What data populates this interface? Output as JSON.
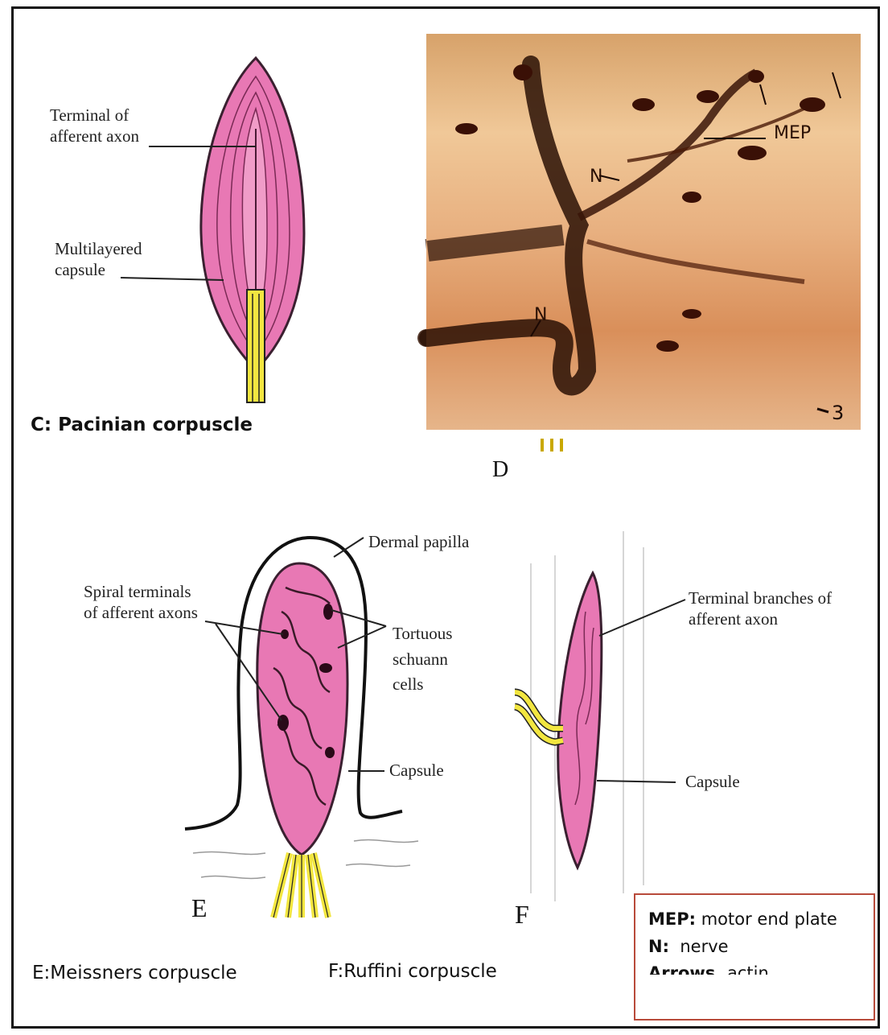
{
  "panel_c": {
    "label_terminal": "Terminal of\nafferent axon",
    "label_capsule": "Multilayered\ncapsule",
    "caption_letter": "C",
    "caption_text": ": Pacinian corpuscle"
  },
  "panel_d": {
    "label_mep": "MEP",
    "label_n1": "N",
    "label_n2": "N",
    "label_num": "3",
    "letter": "D"
  },
  "panel_e": {
    "label_dermal": "Dermal papilla",
    "label_spiral": "Spiral terminals\nof afferent axons",
    "label_tortuous": "Tortuous\nschuann\ncells",
    "label_capsule": "Capsule",
    "letter": "E",
    "caption": "E:Meissners corpuscle"
  },
  "panel_f": {
    "label_terminal": "Terminal branches of\nafferent axon",
    "label_capsule": "Capsule",
    "letter": "F",
    "caption": "F:Ruffini corpuscle"
  },
  "legend": {
    "mep_key": "MEP:",
    "mep_val": " motor end plate",
    "n_key": "N:",
    "n_val": "  nerve",
    "arrows_key": "Arrows.",
    "arrows_val": " actin"
  }
}
